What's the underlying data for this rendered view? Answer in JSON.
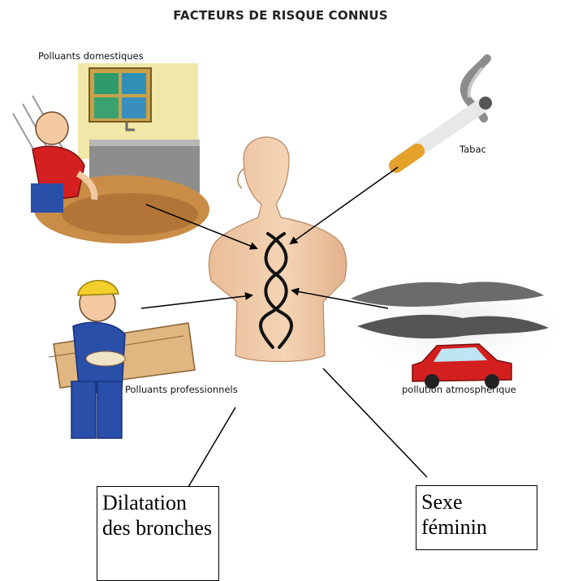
{
  "diagram": {
    "title": "FACTEURS DE RISQUE CONNUS",
    "labels": {
      "domestic": "Polluants domestiques",
      "tobacco": "Tabac",
      "professional": "Polluants professionnels",
      "atmospheric": "pollution atmosphérique"
    },
    "boxes": {
      "dilatation": "Dilatation des bronches",
      "sexe": "Sexe féminin"
    },
    "colors": {
      "skin": "#f1cfae",
      "skin_shadow": "#d9a982",
      "airway": "#111111",
      "shirt_red": "#d42020",
      "overalls_blue": "#2a4fa8",
      "helmet_yellow": "#f2cf2a",
      "car_red": "#d41f1f",
      "smoke_grey": "#6b6b6b",
      "wood": "#c98d48"
    }
  }
}
